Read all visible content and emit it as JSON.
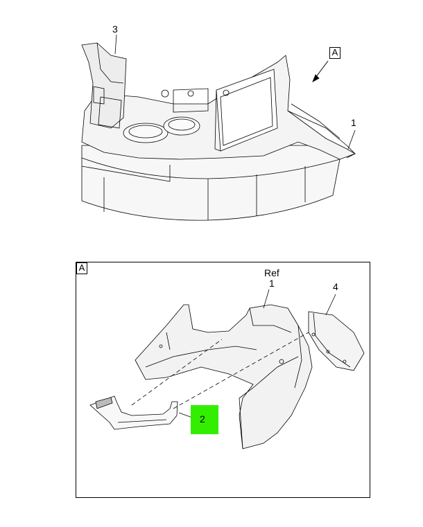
{
  "diagram": {
    "top_view": {
      "callout_3": "3",
      "callout_1": "1",
      "view_flag": "A"
    },
    "detail_view": {
      "frame_flag": "A",
      "ref_label": "Ref",
      "callout_1": "1",
      "callout_4": "4",
      "callout_2": "2"
    },
    "colors": {
      "highlight": "#33ee00",
      "line": "#000000",
      "panel": "#f2f2f2"
    }
  }
}
